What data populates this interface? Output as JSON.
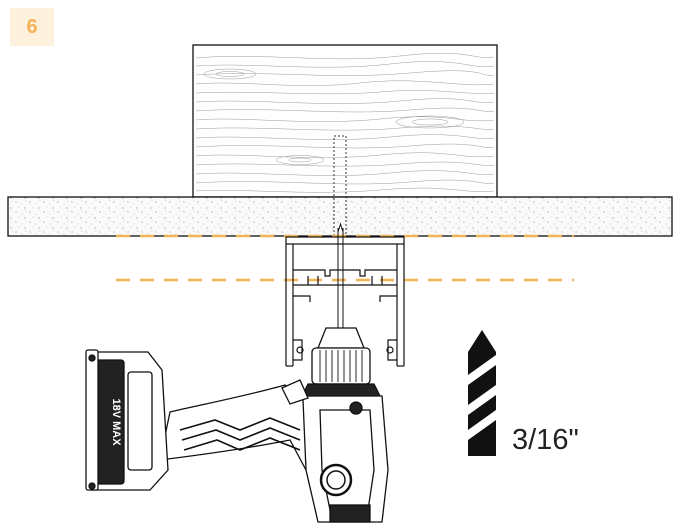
{
  "step": {
    "number": "6",
    "badge_bg": "#fdf0dc",
    "badge_color": "#f3b259"
  },
  "drill_bit": {
    "size_label": "3/16\""
  },
  "drill": {
    "battery_text": "18V MAX"
  },
  "colors": {
    "guide_line": "#f2b455",
    "stroke": "#111111",
    "concrete_fill": "#fafafa"
  }
}
